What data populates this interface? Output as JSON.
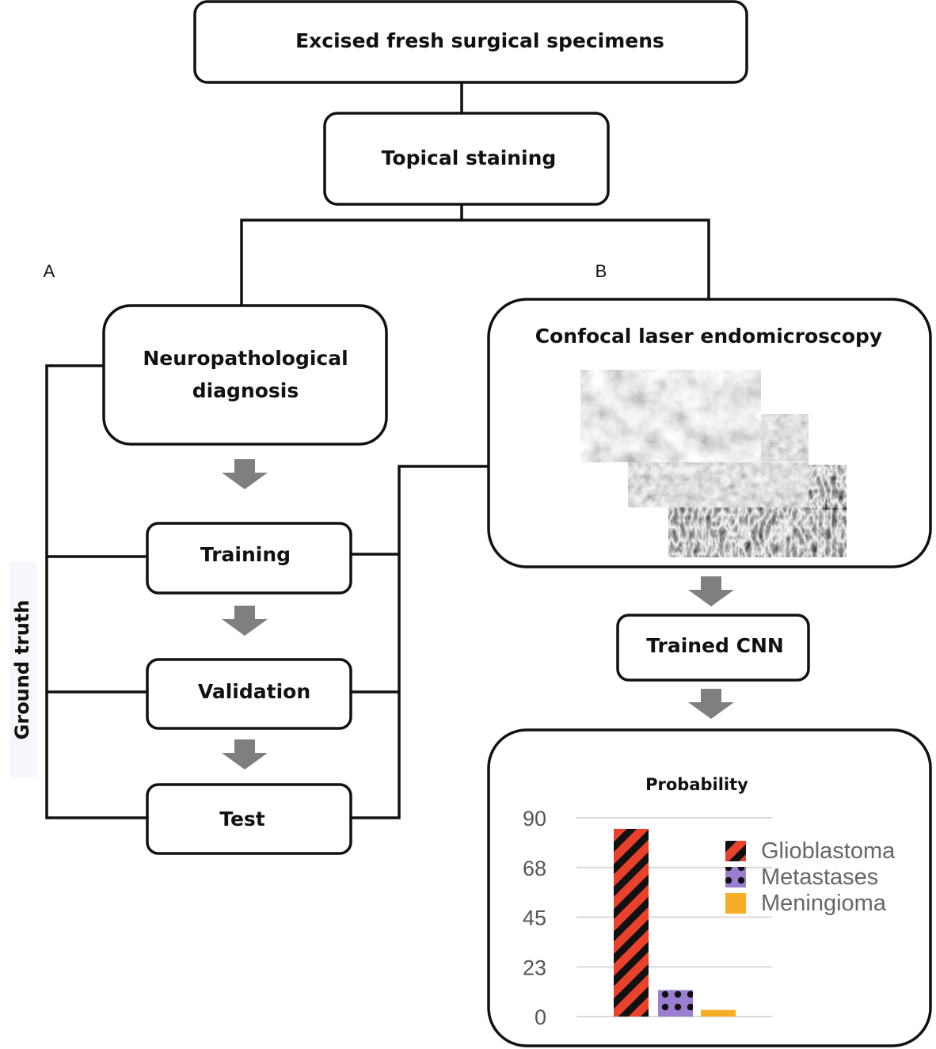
{
  "boxes": {
    "excised": "Excised fresh surgical specimens",
    "staining": "Topical staining",
    "neuro_line1": "Neuropathological",
    "neuro_line2": "diagnosis",
    "training": "Training",
    "validation": "Validation",
    "test": "Test",
    "cle": "Confocal laser endomicroscopy",
    "trained_cnn": "Trained CNN"
  },
  "labels": {
    "branch_a": "A",
    "branch_b": "B",
    "ground_truth": "Ground truth"
  },
  "colors": {
    "line": "#111111",
    "arrow": "#7f7f7f",
    "gridline": "#d9d9d9",
    "glioblastoma": "#e8412c",
    "metastases": "#9a7fd0",
    "meningioma": "#f8ad26"
  },
  "chart_data": {
    "type": "bar",
    "title": "Probability",
    "categories": [
      "Glioblastoma",
      "Metastases",
      "Meningioma"
    ],
    "values": [
      85,
      12,
      3
    ],
    "ylim": [
      0,
      90
    ],
    "yticks": [
      "0",
      "23",
      "45",
      "68",
      "90"
    ],
    "ytick_values": [
      0,
      22.5,
      45,
      67.5,
      90
    ],
    "grid": true,
    "legend": "right",
    "series_colors": [
      "#e8412c",
      "#9a7fd0",
      "#f8ad26"
    ],
    "patterns": [
      "diagonal-stripes",
      "dots",
      "solid"
    ]
  }
}
